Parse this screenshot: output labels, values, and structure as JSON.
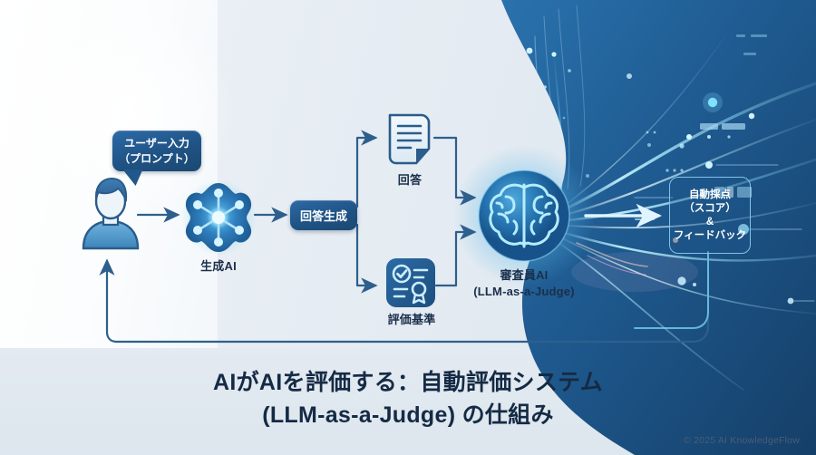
{
  "meta": {
    "title_line1": "AIがAIを評価する：自動評価システム",
    "title_line2": "(LLM-as-a-Judge) の仕組み",
    "copyright": "© 2025 AI KnowledgeFlow"
  },
  "colors": {
    "panel_dark": "#1d5388",
    "panel_deep": "#17436f",
    "accent_cyan": "#7fd8f7",
    "chip_blue": "#24598c",
    "arrow": "#2e5f8c",
    "text_dark": "#152a44",
    "bg_light": "#eef2f6"
  },
  "nodes": {
    "prompt_bubble": {
      "line1": "ユーザー入力",
      "line2": "（プロンプト）"
    },
    "user": {
      "label": "",
      "icon": "user-icon"
    },
    "generative_ai": {
      "label": "生成AI",
      "icon": "neural-node-icon"
    },
    "answer_generation": {
      "label": "回答生成"
    },
    "answer_doc": {
      "label": "回答",
      "icon": "document-icon"
    },
    "criteria": {
      "label": "評価基準",
      "icon": "certificate-icon"
    },
    "judge": {
      "label_line1": "審査員AI",
      "label_line2": "(LLM-as-a-Judge)",
      "icon": "brain-icon"
    },
    "scoring": {
      "line1": "自動採点",
      "line2": "（スコア）",
      "line3": "&",
      "line4": "フィードバック"
    }
  },
  "flow": {
    "arrows": [
      {
        "name": "user-to-generative-ai"
      },
      {
        "name": "generative-ai-to-answer-generation"
      },
      {
        "name": "answer-generation-to-answer-doc"
      },
      {
        "name": "answer-generation-to-criteria"
      },
      {
        "name": "answer-doc-to-judge"
      },
      {
        "name": "criteria-to-judge"
      },
      {
        "name": "judge-to-scoring"
      },
      {
        "name": "scoring-feedback-loop-to-user"
      }
    ]
  }
}
